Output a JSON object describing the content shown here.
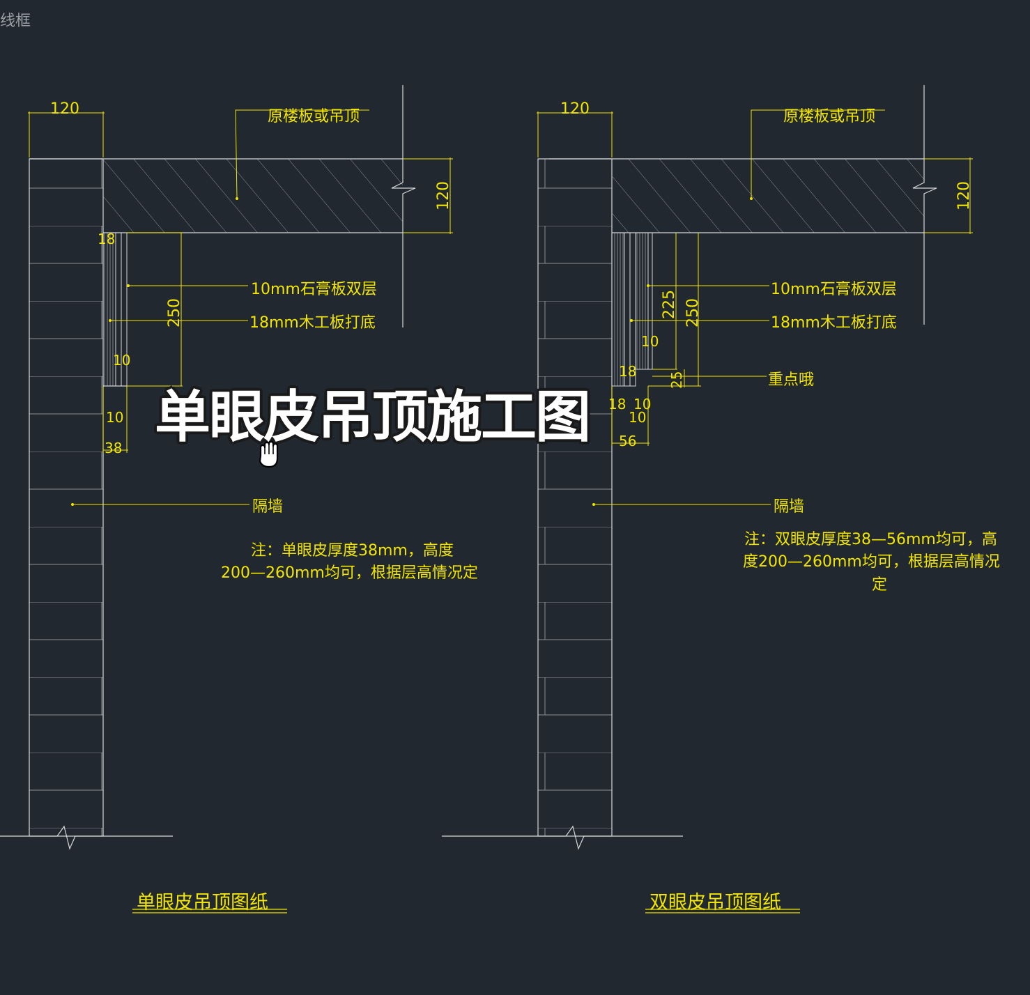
{
  "view_label": "线框",
  "overlay_title": "单眼皮吊顶施工图",
  "colors": {
    "background": "#212830",
    "annotation": "#f2e600",
    "linework": "#d8d8d8"
  },
  "left": {
    "caption": "单眼皮吊顶图纸",
    "labels": {
      "slab": "原楼板或吊顶",
      "gypsum": "10mm石膏板双层",
      "plywood": "18mm木工板打底",
      "wall": "隔墙"
    },
    "dims": {
      "wall_width": "120",
      "slab_thickness": "120",
      "d18": "18",
      "d250": "250",
      "d10a": "10",
      "d10b": "10",
      "d38": "38"
    },
    "note_lines": [
      "注：单眼皮厚度38mm，高度",
      "200—260mm均可，根据层高情况定"
    ]
  },
  "right": {
    "caption": "双眼皮吊顶图纸",
    "labels": {
      "slab": "原楼板或吊顶",
      "gypsum": "10mm石膏板双层",
      "plywood": "18mm木工板打底",
      "key": "重点哦",
      "wall": "隔墙"
    },
    "dims": {
      "wall_width": "120",
      "slab_thickness": "120",
      "d225": "225",
      "d250": "250",
      "d10a": "10",
      "d18a": "18",
      "d25": "25",
      "d18b": "18",
      "d10b": "10",
      "d10c": "10",
      "d56": "56"
    },
    "note_lines": [
      "注：双眼皮厚度38—56mm均可，高",
      "度200—260mm均可，根据层高情况",
      "定"
    ]
  }
}
